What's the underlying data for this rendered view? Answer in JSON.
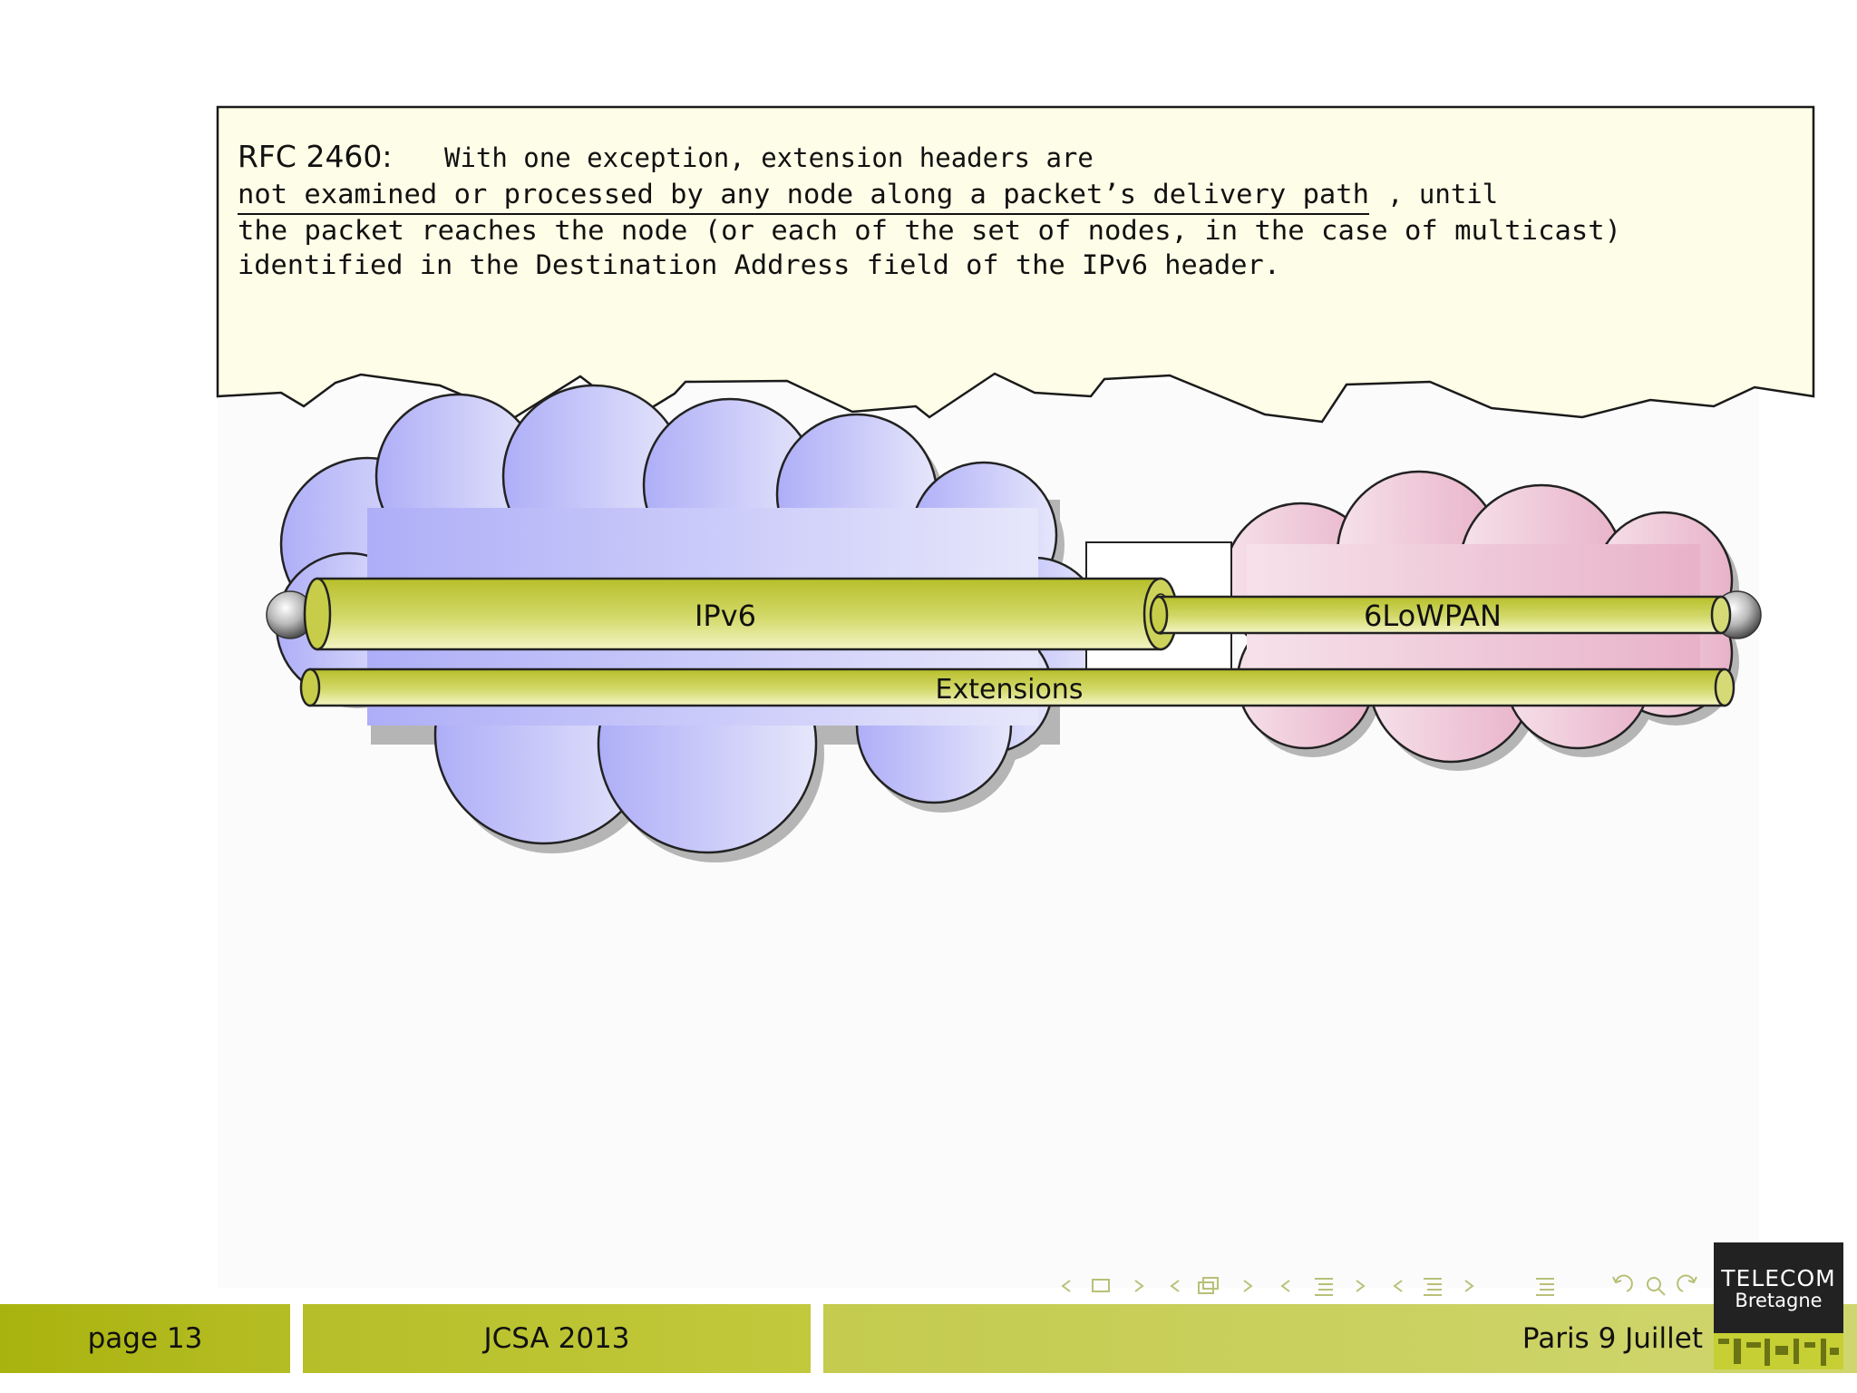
{
  "note": {
    "label": "RFC 2460:",
    "line1": "With one exception, extension headers are",
    "line2_underlined": "not examined or processed by any node along a packet’s delivery path",
    "line2_rest": ", until",
    "line3": "the packet reaches the node (or each of the set of nodes, in the case of multicast)",
    "line4": "identified in the Destination Address field of the IPv6 header."
  },
  "diagram": {
    "ipv6_label": "IPv6",
    "lowpan_label": "6LoWPAN",
    "extensions_label": "Extensions",
    "colors": {
      "ipv6_cloud_left": "#aeaef8",
      "ipv6_cloud_right": "#e6e6fb",
      "lowpan_cloud_left": "#f6e1ea",
      "lowpan_cloud_right": "#e8b2c8",
      "pipe": "#c3ca3c"
    }
  },
  "footer": {
    "page": "page 13",
    "event": "JCSA 2013",
    "place": "Paris 9 Juillet",
    "accent_dark": "#a9b30e",
    "accent_light": "#c9d061"
  },
  "logo": {
    "line1": "TELECOM",
    "line2": "Bretagne"
  }
}
